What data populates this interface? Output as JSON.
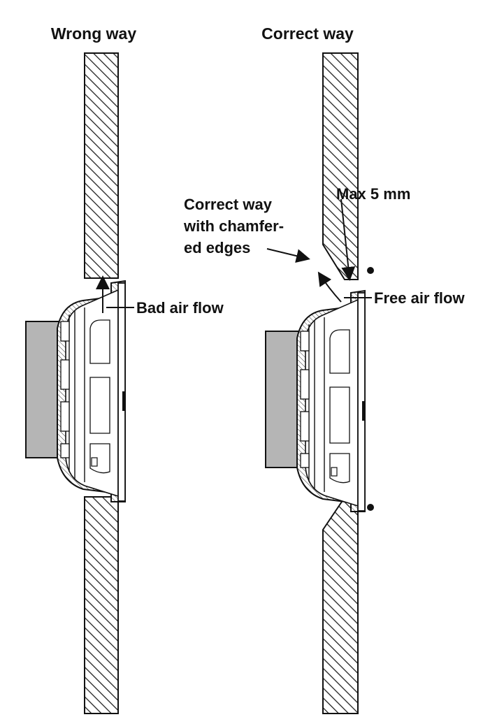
{
  "titles": {
    "left": "Wrong way",
    "right": "Correct way"
  },
  "annotations": {
    "bad_air_flow": "Bad air flow",
    "free_air_flow": "Free air flow",
    "max_gap": "Max 5 mm",
    "chamfer_line1": "Correct way",
    "chamfer_line2": "with chamfer-",
    "chamfer_line3": "ed edges"
  },
  "colors": {
    "hatch": "#222222",
    "fan_body": "#b5b5b5",
    "line": "#111111",
    "background": "#ffffff"
  }
}
